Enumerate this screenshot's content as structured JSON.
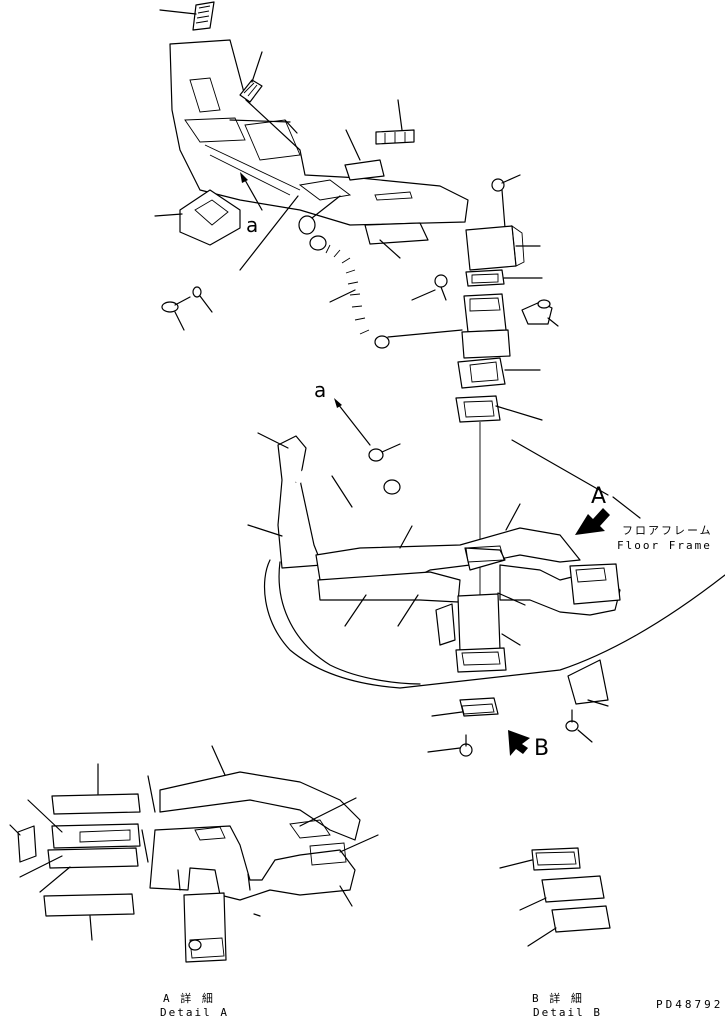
{
  "callouts": {
    "view_a": "A",
    "view_b": "B",
    "ref_a_upper": "a",
    "ref_a_lower": "a"
  },
  "floor_frame": {
    "jp": "フロアフレーム",
    "en": "Floor Frame"
  },
  "detail_a": {
    "jp": "A 詳 細",
    "en": "Detail A"
  },
  "detail_b": {
    "jp": "B 詳 細",
    "en": "Detail B"
  },
  "drawing_number": "PD48792",
  "colors": {
    "line": "#000000",
    "background": "#ffffff"
  }
}
